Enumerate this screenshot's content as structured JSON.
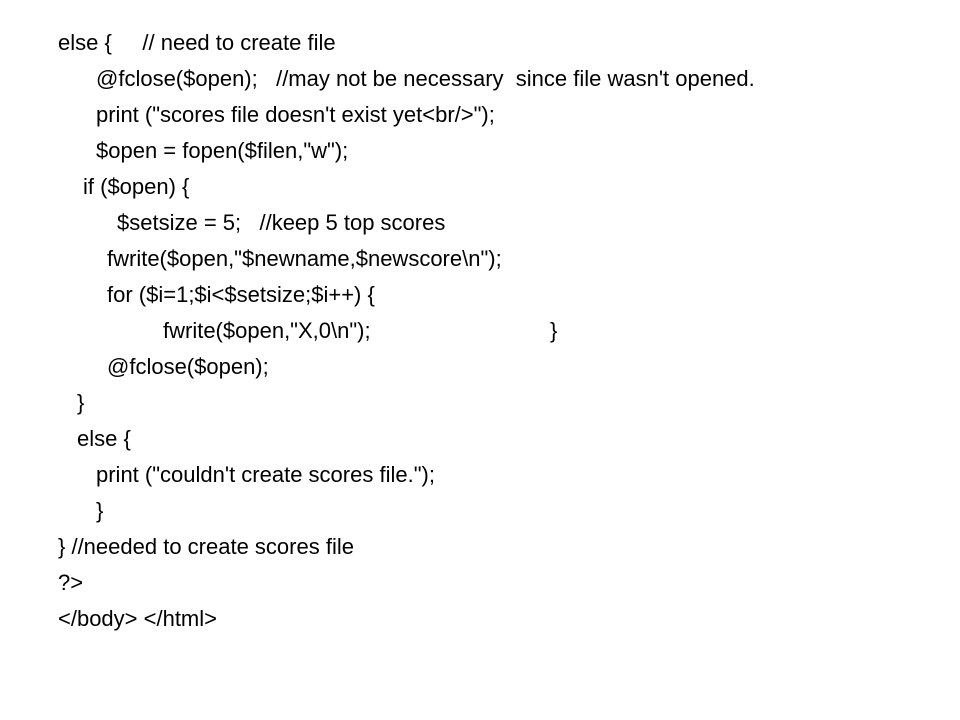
{
  "code": {
    "lines": [
      "else {     // need to create file",
      "@fclose($open);   //may not be necessary  since file wasn't opened.",
      "print (\"scores file doesn't exist yet<br/>\");",
      "$open = fopen($filen,\"w\");",
      "if ($open) {",
      "$setsize = 5;   //keep 5 top scores",
      "fwrite($open,\"$newname,$newscore\\n\");",
      "for ($i=1;$i<$setsize;$i++) {",
      "fwrite($open,\"X,0\\n\");",
      "}",
      "@fclose($open);",
      "}",
      "else {",
      "print (\"couldn't create scores file.\");",
      "}",
      "} //needed to create scores file",
      "?>",
      "</body> </html>"
    ]
  },
  "colors": {
    "background": "#ffffff",
    "text": "#000000"
  }
}
